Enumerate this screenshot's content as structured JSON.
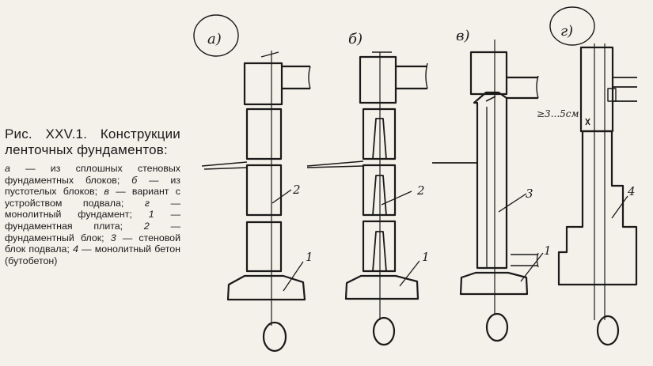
{
  "figure": {
    "panel_labels": [
      "а)",
      "б)",
      "в)",
      "г)"
    ],
    "dimension_label": "≥3...5см",
    "callouts": [
      "1",
      "2",
      "3",
      "4"
    ]
  },
  "caption": {
    "title": "Рис. XXV.1. Конструкции ленточных фундаментов:",
    "body": [
      {
        "t": "а",
        "i": true
      },
      {
        "t": " — из сплошных стеновых фундаментных блоков; ",
        "i": false
      },
      {
        "t": "б",
        "i": true
      },
      {
        "t": " — из пустотелых блоков; ",
        "i": false
      },
      {
        "t": "в",
        "i": true
      },
      {
        "t": " — вариант с устройством подвала; ",
        "i": false
      },
      {
        "t": "г",
        "i": true
      },
      {
        "t": " — монолитный фундамент; ",
        "i": false
      },
      {
        "t": "1",
        "i": true
      },
      {
        "t": " — фундаментная плита; ",
        "i": false
      },
      {
        "t": "2",
        "i": true
      },
      {
        "t": " — фундаментный блок; ",
        "i": false
      },
      {
        "t": "3",
        "i": true
      },
      {
        "t": " — стеновой блок подвала; ",
        "i": false
      },
      {
        "t": "4",
        "i": true
      },
      {
        "t": " — монолитный бетон (бутобетон)",
        "i": false
      }
    ]
  }
}
